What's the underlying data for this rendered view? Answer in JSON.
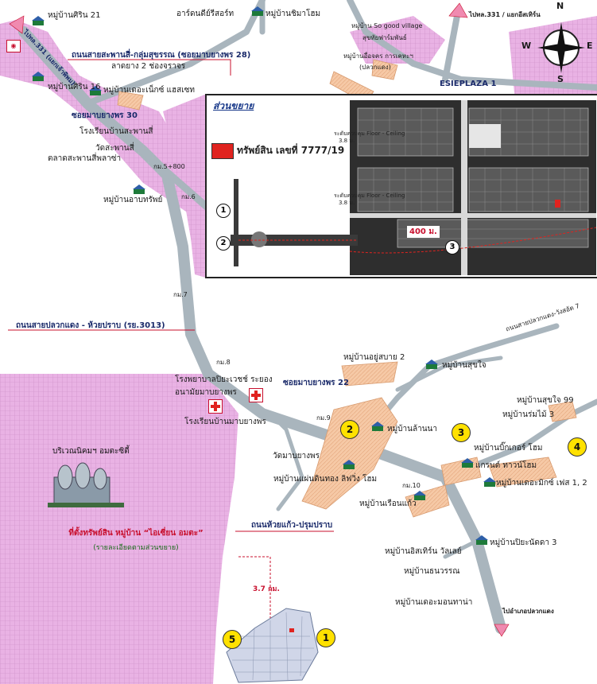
{
  "colors": {
    "industrial_zone": "#e6a8e0",
    "road": "#a9b5bd",
    "project_area": "#f6c9a6",
    "accent_red": "#c8102e",
    "marker_yellow": "#ffe100"
  },
  "labels": {
    "v_sirin21": "หมู่บ้านศิริน 21",
    "v_sirin16": "หมู่บ้านศิริน 16",
    "resort": "อาร์ดนดีย์รีสอร์ท",
    "v_chimaphom": "หมู่บ้านชิมาโฮม",
    "v_sogood": "หมู่บ้าน So good village",
    "v_sukhothai": "สุขทัยฟาร์มพันธ์",
    "v_kaset": "หมู่บ้านอื่อจคร การเคหะฯ",
    "v_kaset2": "(ปลวกแดง)",
    "esieplaza": "ESIEPLAZA 1",
    "to_331_top_right": "ไปทล.331 / แยกอีสเทิร์น",
    "to_331_top_left": "ไปทล.331 (แยกเจ้าพิพม)",
    "road_28": "ถนนสายสะพานสี่-กลุ่มสุขรรณ (ซอยมาบยางพร 28)",
    "road_28_sub": "ลาดยาง 2 ช่องจราจร",
    "v_detaweek": "หมู่บ้านเดอะเน็กซ์ แฮสเซท",
    "soi_30": "ซอยมาบยางพร 30",
    "school_sapansi": "โรงเรียนบ้านสะพานสี่",
    "wat_sapansi": "วัดสะพานสี่",
    "market": "ตลาดสะพานสี่พลาซ่า",
    "km_5800": "กม.5+800",
    "v_arbansap": "หมู่บ้านอาบทรัพย์",
    "km6": "กม.6",
    "km7": "กม.7",
    "km8": "กม.8",
    "km9": "กม.9",
    "km10": "กม.10",
    "road_3013": "ถนนสายปลวกแดง - ห้วยปราบ (รย.3013)",
    "road_right": "ถนนสายปลวกแดง-วังสอัต 7",
    "v_yusabai": "หมู่บ้านอยู่สบาย 2",
    "v_sukjai": "หมู่บ้านสุขใจ",
    "hospital": "โรงพยาบาลปิยะเวชช์ ระยอง",
    "health": "อนามัยมาบยางพร",
    "soi_22": "ซอยมาบยางพร 22",
    "school_mabyangporn": "โรงเรียนบ้านมาบยางพร",
    "wat_mabyangporn": "วัดมาบยางพร",
    "v_lanna": "หมู่บ้านล้านนา",
    "v_phaendin": "หมู่บ้านแผ่นดินทอง ลิฟวิ่ง โฮม",
    "v_ruenkaew": "หมู่บ้านเรือนแก้ว",
    "v_bigger": "หมู่บ้านบิ๊กเกอร์ โฮม",
    "grand_town": "แกรนด์ ทาวน์โฮม",
    "v_themix": "หมู่บ้านเดอะมิกซ์ เฟส 1, 2",
    "v_sukjai99": "หมู่บ้านสุขใจ 99",
    "v_rommai": "หมู่บ้านร่มไม้ 3",
    "v_piyanat": "หมู่บ้านปิยะนัดดา 3",
    "v_isarin": "หมู่บ้านอิสเทิร์น วัลเลย์",
    "v_thanawan": "หมู่บ้านธนวรรณ",
    "v_demontana": "หมู่บ้านเดอะมอนทาน่า",
    "to_plauakdaeng": "ไปอำเภอปลวกแดง",
    "road_huaikaew": "ถนนห้วยแก้ว-ปรุมปราบ",
    "industrial": "บริเวณนิคมฯ อมตะซิตี้",
    "site_title": "ที่ตั้งทรัพย์สิน หมู่บ้าน “ไอเซี่ยน อมตะ”",
    "site_sub": "(รายละเอียดตามส่วนขยาย)",
    "dist_37": "3.7 กม."
  },
  "pins": {
    "p1": "1",
    "p2": "2",
    "p3": "3",
    "p4": "4",
    "p5": "5"
  },
  "inset": {
    "title": "ส่วนขยาย",
    "legend": "ทรัพย์สิน เลขที่ 7777/19",
    "dist": "400 ม.",
    "ann_top": "ระดับควบคุม Floor - Ceiling",
    "ann_top_val": "3.8 ม.",
    "ann_mid": "ระดับควบคุม Floor - Ceiling",
    "ann_mid_val": "3.8 ม.",
    "c1": "1",
    "c2": "2",
    "c3": "3"
  },
  "compass": {
    "n": "N",
    "s": "S",
    "e": "E",
    "w": "W"
  }
}
